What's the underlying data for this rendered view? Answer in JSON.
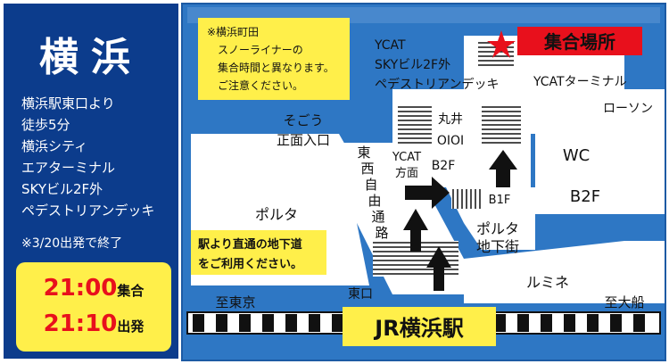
{
  "info_panel": {
    "title": "横浜",
    "directions": [
      "横浜駅東口より",
      "徒歩5分",
      "横浜シティ",
      "エアターミナル",
      "SKYビル2F外",
      "ペデストリアンデッキ"
    ],
    "end_note": "※3/20出発で終了",
    "times": [
      {
        "time": "21:00",
        "label": "集合"
      },
      {
        "time": "21:10",
        "label": "出発"
      }
    ]
  },
  "map": {
    "notice_lines": [
      "※横浜町田",
      "スノーライナーの",
      "集合時間と異なります。",
      "ご注意ください。"
    ],
    "meeting_point_badge": "集合場所",
    "ycat_deck_lines": [
      "YCAT",
      "SKYビル2F外",
      "ペデストリアンデッキ"
    ],
    "ycat_terminal": "YCATターミナル",
    "lawson": "ローソン",
    "sogo_lines": [
      "そごう",
      "正面入口"
    ],
    "marui_label": "丸井",
    "marui_logo": "OIOI",
    "ycat_direction_lines": [
      "YCAT",
      "方面"
    ],
    "floor_2f": "B2F",
    "floor_1f": "B1F",
    "wc": "WC",
    "b2f_box": "B2F",
    "east_west_passage": "東西自由通路",
    "porta_upper": "ポルタ",
    "porta_underground_lines": [
      "ポルタ",
      "地下街"
    ],
    "underground_notice_lines": [
      "駅より直通の地下道",
      "をご利用ください。"
    ],
    "lumine": "ルミネ",
    "east_exit": "東口",
    "to_tokyo": "至東京",
    "to_ofuna": "至大船",
    "station_name": "JR横浜駅"
  },
  "colors": {
    "panel_blue": "#0c3c8c",
    "map_blue": "#2e77c4",
    "notice_yellow": "#ffef4a",
    "badge_red": "#e8101c",
    "star_red": "#e8101c"
  }
}
